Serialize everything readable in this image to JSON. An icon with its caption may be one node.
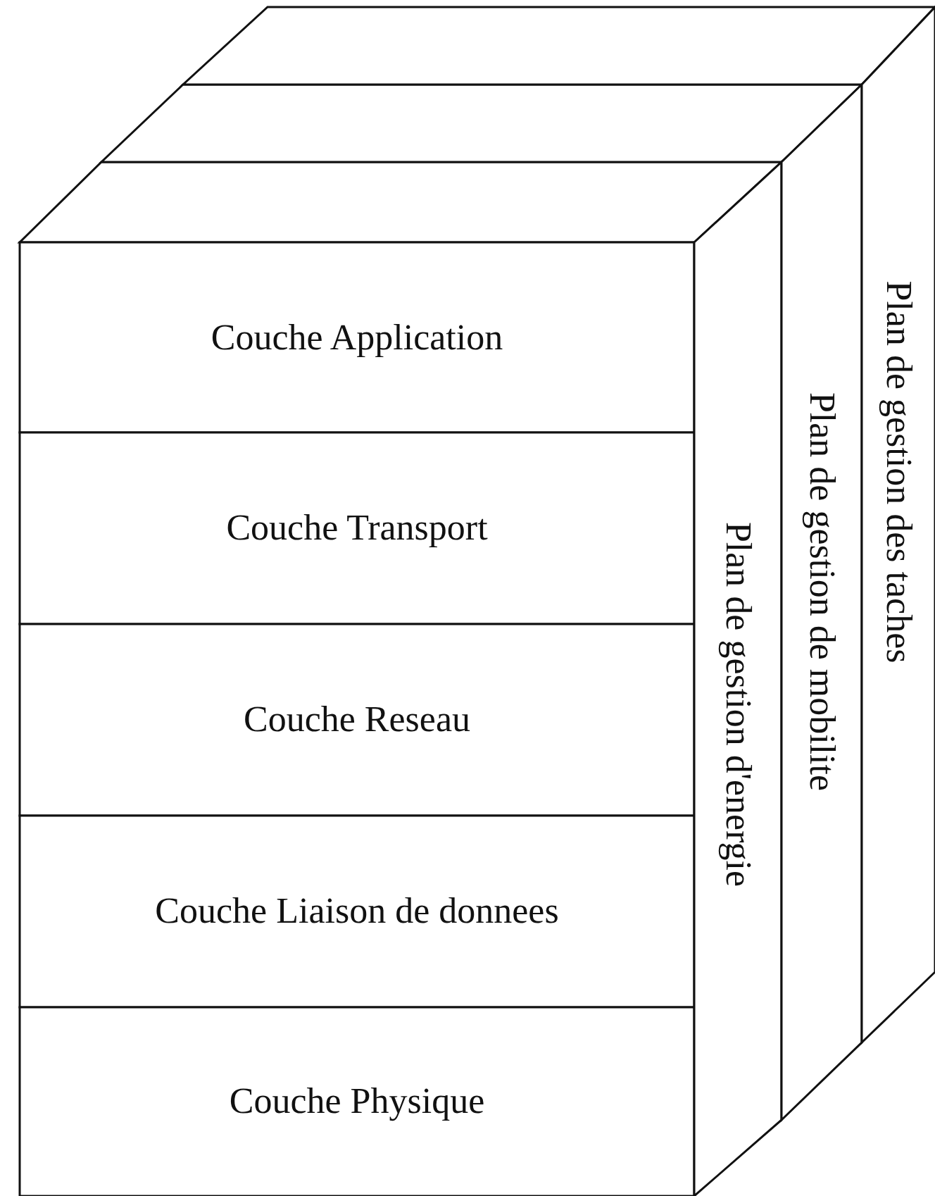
{
  "diagram": {
    "nodes": [
      {
        "text": [
          "Couche Application"
        ]
      },
      {
        "text": [
          "Couche Transport"
        ]
      },
      {
        "text": [
          "Couche Reseau"
        ]
      },
      {
        "text": [
          "Couche Liaison de donnees"
        ]
      },
      {
        "text": [
          "Couche Physique"
        ]
      },
      {
        "text": [
          "Plan de gestion d'energie"
        ]
      },
      {
        "text": [
          "Plan de gestion de mobilite"
        ]
      },
      {
        "text": [
          "Plan de gestion des taches"
        ]
      }
    ],
    "edges": []
  }
}
